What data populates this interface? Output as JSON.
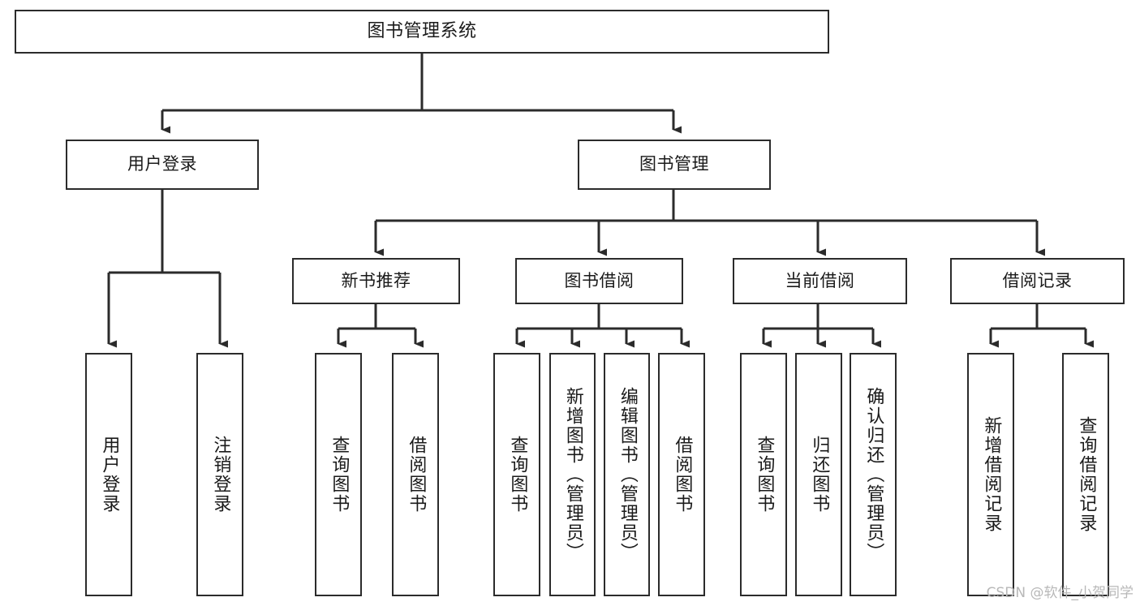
{
  "diagram": {
    "title": "图书管理系统",
    "watermark": "CSDN @软件_小贺同学",
    "stroke_color": "#2b2b2b",
    "background_color": "#ffffff",
    "text_color": "#1a1a1a",
    "watermark_color": "#b8b8b8",
    "type": "tree",
    "nodes": {
      "root": {
        "label": "图书管理系统"
      },
      "level2": {
        "user_login": {
          "label": "用户登录"
        },
        "book_manage": {
          "label": "图书管理"
        }
      },
      "level3": {
        "new_book_rec": {
          "label": "新书推荐"
        },
        "book_borrow": {
          "label": "图书借阅"
        },
        "current_borrow": {
          "label": "当前借阅"
        },
        "borrow_record": {
          "label": "借阅记录"
        }
      },
      "leaves": {
        "user_login": [
          {
            "label": "用户登录"
          },
          {
            "label": "注销登录"
          }
        ],
        "new_book_rec": [
          {
            "label": "查询图书"
          },
          {
            "label": "借阅图书"
          }
        ],
        "book_borrow": [
          {
            "label": "查询图书"
          },
          {
            "label": "新增图书（管理员）"
          },
          {
            "label": "编辑图书（管理员）"
          },
          {
            "label": "借阅图书"
          }
        ],
        "current_borrow": [
          {
            "label": "查询图书"
          },
          {
            "label": "归还图书"
          },
          {
            "label": "确认归还（管理员）"
          }
        ],
        "borrow_record": [
          {
            "label": "新增借阅记录"
          },
          {
            "label": "查询借阅记录"
          }
        ]
      }
    }
  }
}
